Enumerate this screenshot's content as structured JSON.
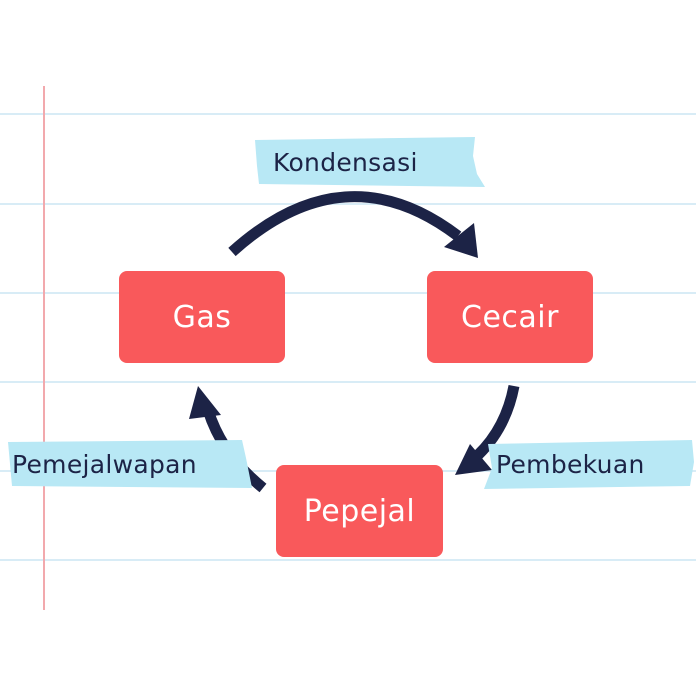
{
  "diagram": {
    "states": {
      "gas": "Gas",
      "liquid": "Cecair",
      "solid": "Pepejal"
    },
    "transitions": {
      "gas_to_liquid": "Kondensasi",
      "liquid_to_solid": "Pembekuan",
      "solid_to_gas": "Pemejalwapan"
    }
  },
  "colors": {
    "state_box": "#f9595b",
    "state_text": "#ffffff",
    "arrow": "#1c2346",
    "highlight": "#b8e8f5",
    "rule": "#d8ecf6",
    "margin": "#f2a9ad"
  },
  "icons": {
    "arrow_top": "curved-arrow-right-icon",
    "arrow_right": "curved-arrow-down-icon",
    "arrow_left": "curved-arrow-up-icon"
  }
}
